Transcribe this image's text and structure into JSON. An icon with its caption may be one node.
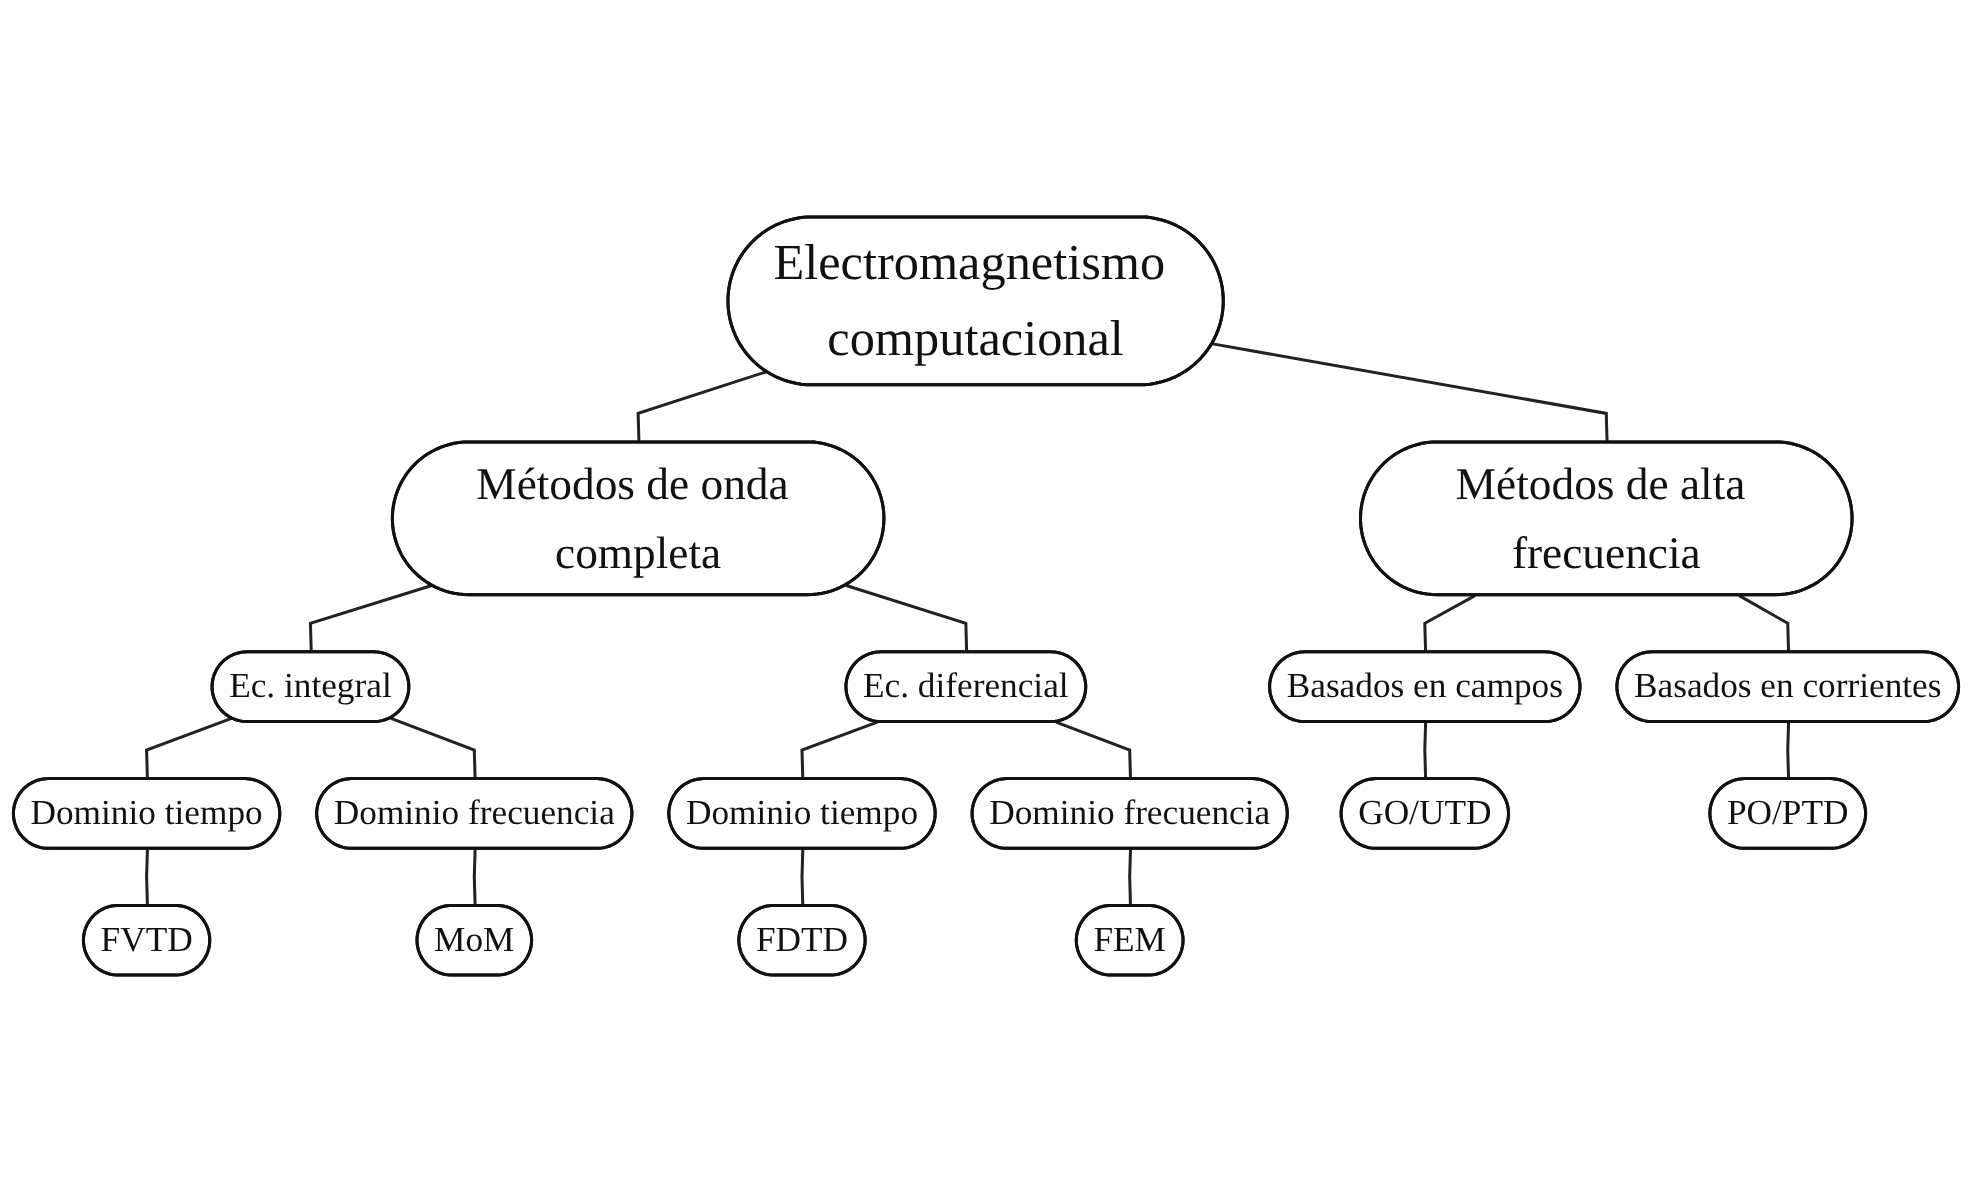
{
  "diagram": {
    "nodes": [
      {
        "text": [
          "Electromagnetismo computacional"
        ]
      },
      {
        "text": [
          "Métodos de onda completa"
        ]
      },
      {
        "text": [
          "Métodos de alta frecuencia"
        ]
      },
      {
        "text": [
          "Ec. integral"
        ]
      },
      {
        "text": [
          "Ec. diferencial"
        ]
      },
      {
        "text": [
          "Basados en campos"
        ]
      },
      {
        "text": [
          "Basados en corrientes"
        ]
      },
      {
        "text": [
          "Dominio tiempo"
        ]
      },
      {
        "text": [
          "Dominio frecuencia"
        ]
      },
      {
        "text": [
          "Dominio tiempo"
        ]
      },
      {
        "text": [
          "Dominio frecuencia"
        ]
      },
      {
        "text": [
          "GO/UTD"
        ]
      },
      {
        "text": [
          "PO/PTD"
        ]
      },
      {
        "text": [
          "FVTD"
        ]
      },
      {
        "text": [
          "MoM"
        ]
      },
      {
        "text": [
          "FDTD"
        ]
      },
      {
        "text": [
          "FEM"
        ]
      }
    ],
    "edges": [
      {
        "from": 0,
        "to": 1,
        "arrow": "none"
      },
      {
        "from": 0,
        "to": 2,
        "arrow": "none"
      },
      {
        "from": 1,
        "to": 3,
        "arrow": "none"
      },
      {
        "from": 1,
        "to": 4,
        "arrow": "none"
      },
      {
        "from": 2,
        "to": 5,
        "arrow": "none"
      },
      {
        "from": 2,
        "to": 6,
        "arrow": "none"
      },
      {
        "from": 3,
        "to": 7,
        "arrow": "none"
      },
      {
        "from": 3,
        "to": 8,
        "arrow": "none"
      },
      {
        "from": 4,
        "to": 9,
        "arrow": "none"
      },
      {
        "from": 4,
        "to": 10,
        "arrow": "none"
      },
      {
        "from": 5,
        "to": 11,
        "arrow": "none"
      },
      {
        "from": 6,
        "to": 12,
        "arrow": "none"
      },
      {
        "from": 7,
        "to": 13,
        "arrow": "none"
      },
      {
        "from": 8,
        "to": 14,
        "arrow": "none"
      },
      {
        "from": 9,
        "to": 15,
        "arrow": "none"
      },
      {
        "from": 10,
        "to": 16,
        "arrow": "none"
      }
    ]
  }
}
